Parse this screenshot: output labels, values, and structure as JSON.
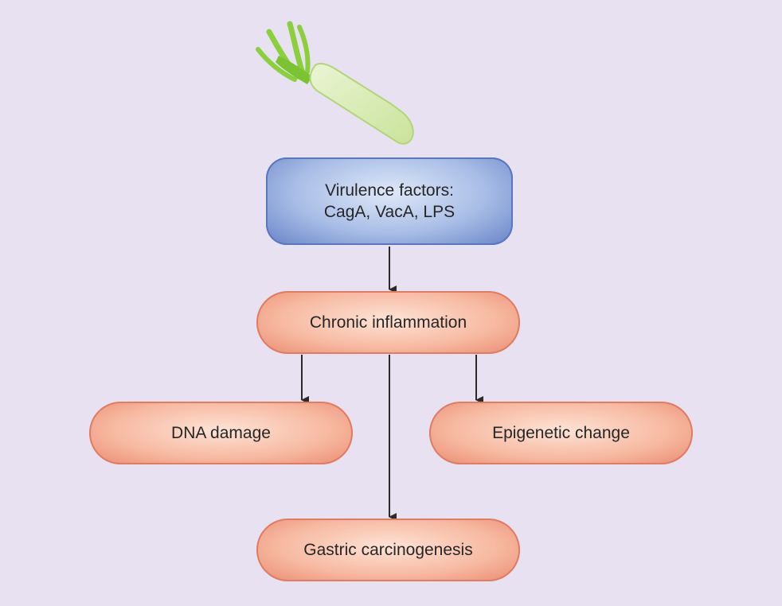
{
  "nodes": {
    "virulence": {
      "line1": "Virulence factors:",
      "line2": "CagA, VacA, LPS"
    },
    "inflammation": "Chronic inflammation",
    "dna": "DNA damage",
    "epigenetic": "Epigenetic change",
    "carcinogenesis": "Gastric carcinogenesis"
  },
  "colors": {
    "background": "#e7e1f2",
    "pill_fill": "#f7b9a1",
    "pill_border": "#e07c63",
    "box_fill": "#a8bde6",
    "box_border": "#5a77be",
    "arrow": "#2a2a2a",
    "bacterium_body": "#d8ecb4",
    "bacterium_flagella": "#8ccf3c"
  },
  "icons": [
    "bacterium-icon"
  ]
}
